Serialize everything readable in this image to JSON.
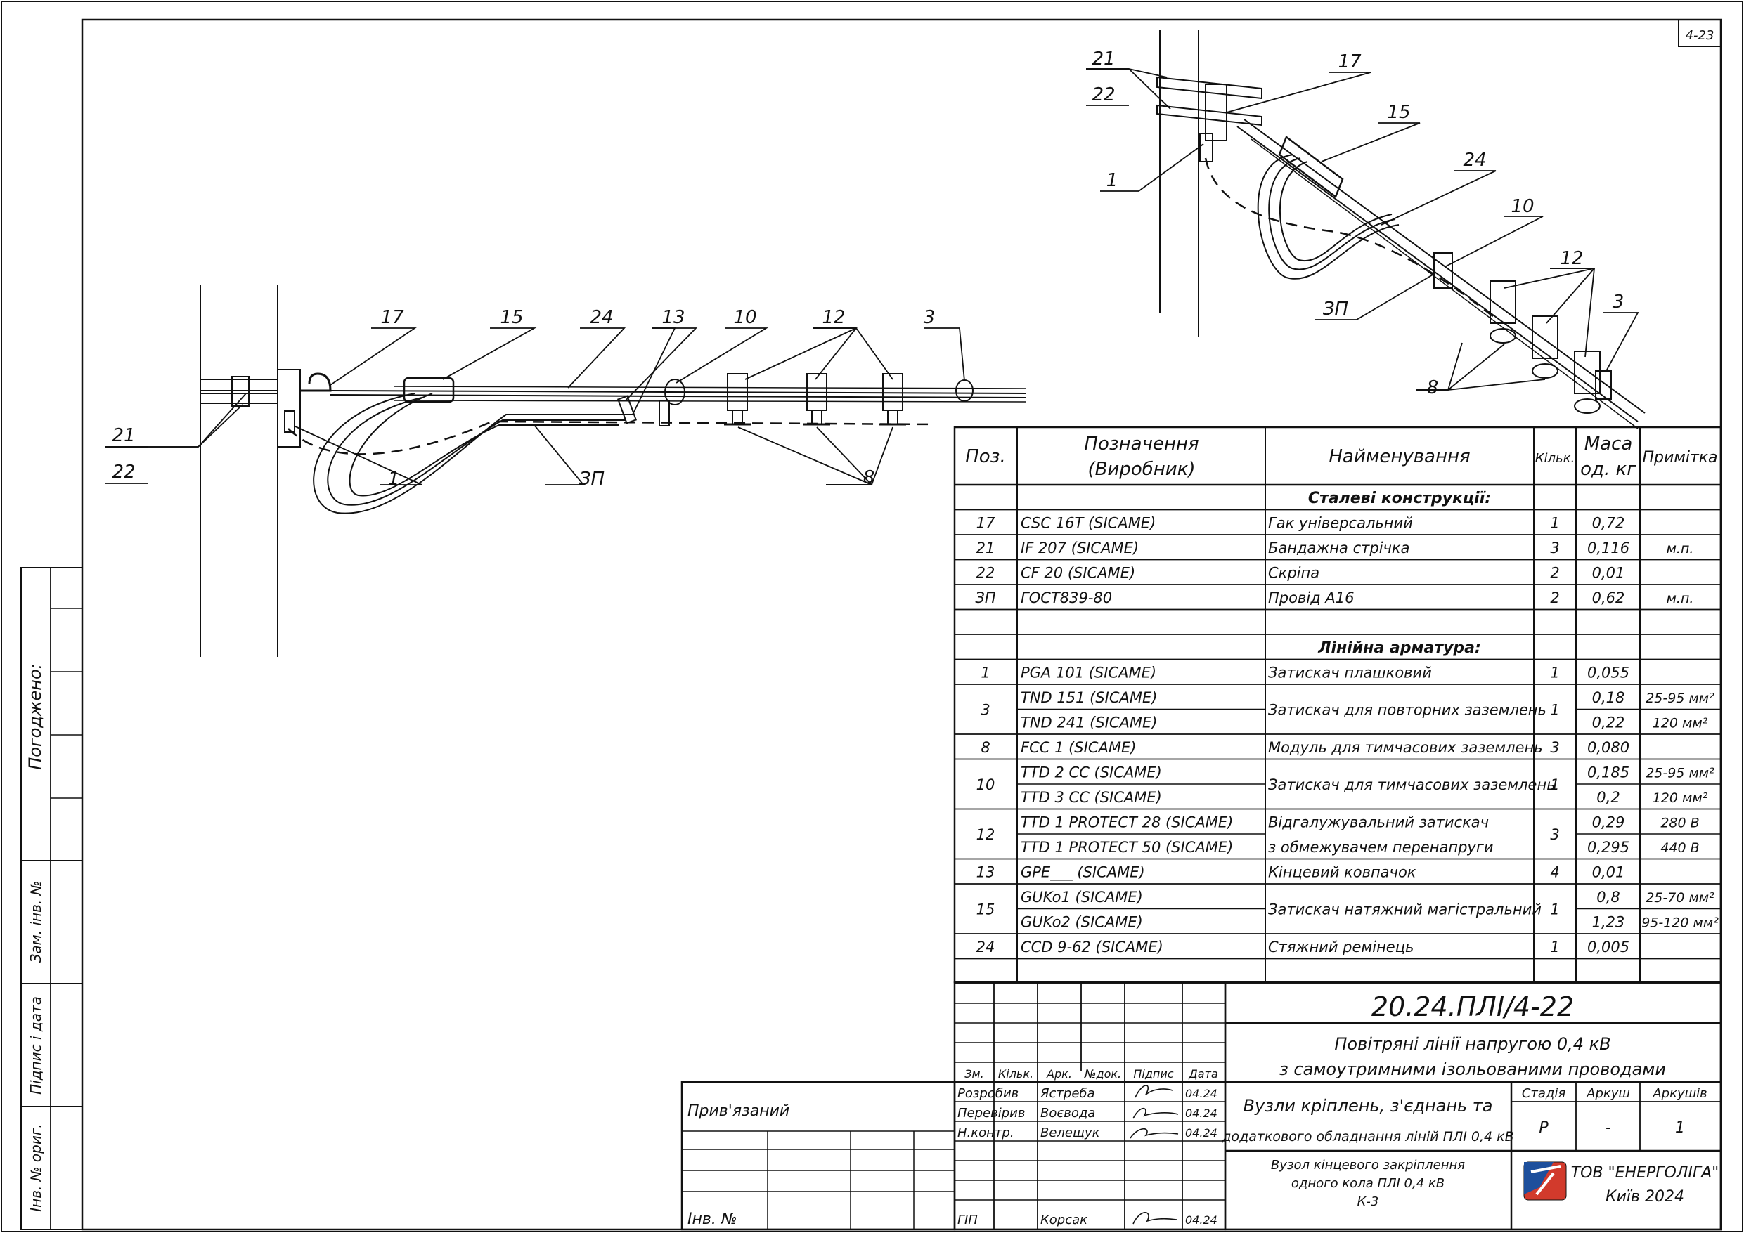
{
  "sheet_id": "4-23",
  "diagram_left": {
    "labels": [
      "17",
      "15",
      "24",
      "13",
      "10",
      "12",
      "3",
      "21",
      "22",
      "1",
      "ЗП",
      "8"
    ]
  },
  "diagram_right": {
    "labels": [
      "21",
      "22",
      "17",
      "15",
      "24",
      "1",
      "10",
      "12",
      "3",
      "ЗП",
      "8"
    ]
  },
  "spec_table": {
    "headers": {
      "pos": "Поз.",
      "designation_1": "Позначення",
      "designation_2": "(Виробник)",
      "name": "Найменування",
      "qty": "Кільк.",
      "mass_1": "Маса",
      "mass_2": "од. кг",
      "note": "Примітка"
    },
    "sections": [
      {
        "title": "Сталеві конструкції:",
        "rows": [
          {
            "pos": "17",
            "des": [
              "CSC 16T   (SICAME)"
            ],
            "name": [
              "Гак універсальний"
            ],
            "qty": "1",
            "mass": [
              "0,72"
            ],
            "note": [
              ""
            ]
          },
          {
            "pos": "21",
            "des": [
              "IF 207   (SICAME)"
            ],
            "name": [
              "Бандажна стрічка"
            ],
            "qty": "3",
            "mass": [
              "0,116"
            ],
            "note": [
              "м.п."
            ]
          },
          {
            "pos": "22",
            "des": [
              "CF 20   (SICAME)"
            ],
            "name": [
              "Скріпа"
            ],
            "qty": "2",
            "mass": [
              "0,01"
            ],
            "note": [
              ""
            ]
          },
          {
            "pos": "ЗП",
            "des": [
              "ГОСТ839-80"
            ],
            "name": [
              "Провід А16"
            ],
            "qty": "2",
            "mass": [
              "0,62"
            ],
            "note": [
              "м.п."
            ]
          },
          {
            "pos": "",
            "des": [
              ""
            ],
            "name": [
              ""
            ],
            "qty": "",
            "mass": [
              ""
            ],
            "note": [
              ""
            ]
          }
        ]
      },
      {
        "title": "Лінійна арматура:",
        "rows": [
          {
            "pos": "1",
            "des": [
              "PGA 101   (SICAME)"
            ],
            "name": [
              "Затискач плашковий"
            ],
            "qty": "1",
            "mass": [
              "0,055"
            ],
            "note": [
              ""
            ]
          },
          {
            "pos": "3",
            "des": [
              "TND 151   (SICAME)",
              "TND 241   (SICAME)"
            ],
            "name": [
              "Затискач для повторних заземлень"
            ],
            "qty": "1",
            "mass": [
              "0,18",
              "0,22"
            ],
            "note": [
              "25-95 мм²",
              "120 мм²"
            ]
          },
          {
            "pos": "8",
            "des": [
              "FCC 1   (SICAME)"
            ],
            "name": [
              "Модуль для тимчасових заземлень"
            ],
            "qty": "3",
            "mass": [
              "0,080"
            ],
            "note": [
              ""
            ]
          },
          {
            "pos": "10",
            "des": [
              "TTD 2 CC   (SICAME)",
              "TTD 3 CC   (SICAME)"
            ],
            "name": [
              "Затискач для тимчасових заземлень"
            ],
            "qty": "1",
            "mass": [
              "0,185",
              "0,2"
            ],
            "note": [
              "25-95 мм²",
              "120 мм²"
            ]
          },
          {
            "pos": "12",
            "des": [
              "TTD 1 PROTECT 28   (SICAME)",
              "TTD 1 PROTECT 50   (SICAME)"
            ],
            "name": [
              "Відгалужувальний затискач",
              "з обмежувачем перенапруги"
            ],
            "qty": "3",
            "mass": [
              "0,29",
              "0,295"
            ],
            "note": [
              "280 В",
              "440 В"
            ]
          },
          {
            "pos": "13",
            "des": [
              "GPE___   (SICAME)"
            ],
            "name": [
              "Кінцевий ковпачок"
            ],
            "qty": "4",
            "mass": [
              "0,01"
            ],
            "note": [
              ""
            ]
          },
          {
            "pos": "15",
            "des": [
              "GUKo1   (SICAME)",
              "GUKo2   (SICAME)"
            ],
            "name": [
              "Затискач натяжний магістральний"
            ],
            "qty": "1",
            "mass": [
              "0,8",
              "1,23"
            ],
            "note": [
              "25-70 мм²",
              "95-120 мм²"
            ]
          },
          {
            "pos": "24",
            "des": [
              "CCD 9-62   (SICAME)"
            ],
            "name": [
              "Стяжний ремінець"
            ],
            "qty": "1",
            "mass": [
              "0,005"
            ],
            "note": [
              ""
            ]
          },
          {
            "pos": "",
            "des": [
              ""
            ],
            "name": [
              ""
            ],
            "qty": "",
            "mass": [
              ""
            ],
            "note": [
              ""
            ]
          }
        ]
      }
    ]
  },
  "title_block": {
    "doc_code": "20.24.ПЛІ/4-22",
    "project_line1": "Повітряні лінії напругою 0,4 кВ",
    "project_line2": "з самоутримними ізольованими проводами",
    "cols": [
      "Зм.",
      "Кільк.",
      "Арк.",
      "№док.",
      "Підпис",
      "Дата"
    ],
    "people": [
      {
        "role": "Розробив",
        "name": "Ястреба",
        "date": "04.24"
      },
      {
        "role": "Перевірив",
        "name": "Воєвода",
        "date": "04.24"
      },
      {
        "role": "Н.контр.",
        "name": "Велещук",
        "date": "04.24"
      },
      {
        "role": "ГІП",
        "name": "Корсак",
        "date": "04.24"
      }
    ],
    "title_line1": "Вузли кріплень, з'єднань та",
    "title_line2": "додаткового обладнання ліній ПЛІ 0,4 кВ",
    "stage_label": "Стадія",
    "sheet_label": "Аркуш",
    "sheets_label": "Аркушів",
    "stage_value": "Р",
    "sheet_value": "-",
    "sheets_value": "1",
    "node_line1": "Вузол кінцевого закріплення",
    "node_line2": "одного кола ПЛІ 0,4 кВ",
    "node_line3": "К-3",
    "company": "ТОВ \"ЕНЕРГОЛІГА\"",
    "city_year": "Київ 2024",
    "linked": "Прив'язаний",
    "inv_no": "Інв. №"
  },
  "side_stamp": {
    "agreed": "Погоджено:",
    "replace_inv": "Зам. інв. №",
    "sign_date": "Підпис і дата",
    "inv_orig": "Інв. № ориг."
  }
}
